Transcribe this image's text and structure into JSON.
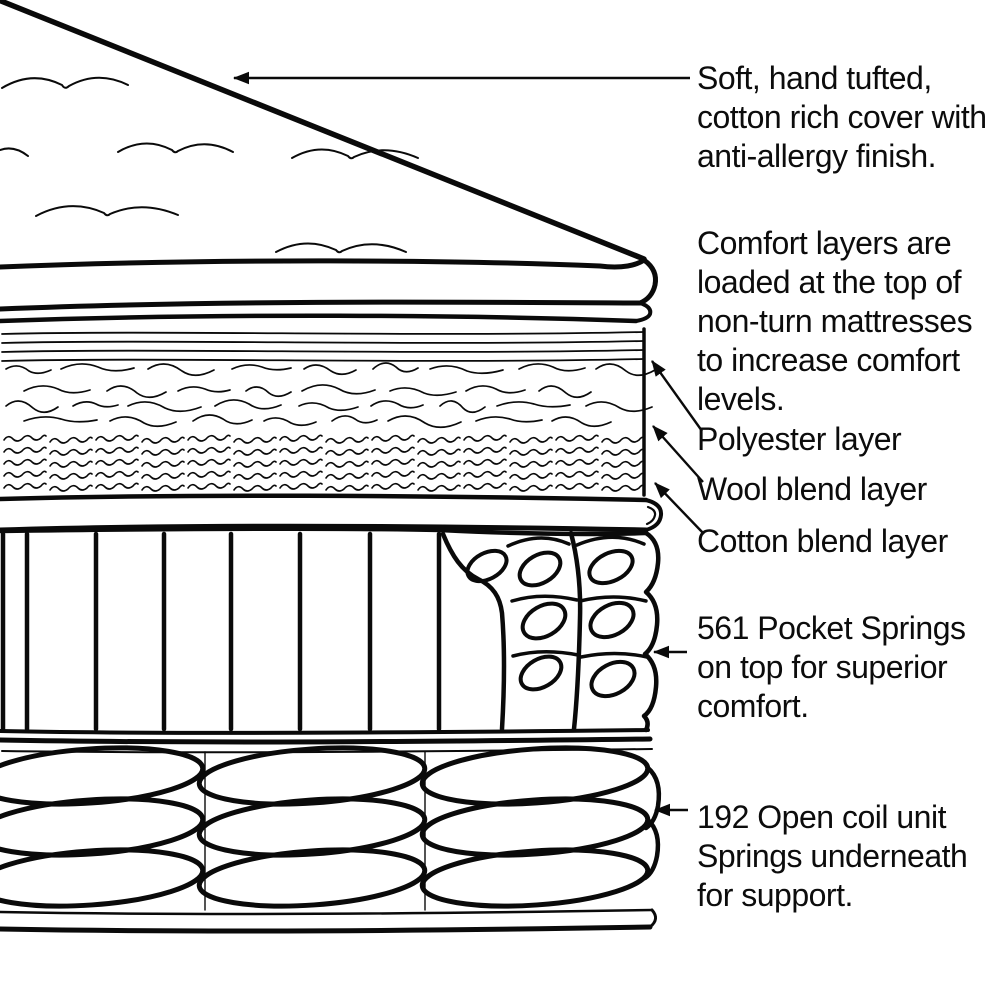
{
  "page": {
    "background": "#ffffff",
    "ink": "#0a0a0a"
  },
  "diagram": {
    "subject": "mattress cross-section",
    "parts": [
      "top cover",
      "comfort layers",
      "polyester layer",
      "wool blend layer",
      "cotton blend layer",
      "pocket springs",
      "open coil unit"
    ]
  },
  "labels": {
    "cover": {
      "lines": [
        "Soft, hand tufted,",
        "cotton rich cover with",
        "anti-allergy finish."
      ]
    },
    "comfort": {
      "lines": [
        "Comfort layers are",
        "loaded at the top of",
        "non-turn mattresses",
        "to increase comfort",
        "levels."
      ]
    },
    "polyester": {
      "lines": [
        "Polyester layer"
      ]
    },
    "wool": {
      "lines": [
        "Wool blend layer"
      ]
    },
    "cotton": {
      "lines": [
        "Cotton blend layer"
      ]
    },
    "pocket": {
      "lines": [
        "561 Pocket Springs",
        "on top for superior",
        "comfort."
      ]
    },
    "coil": {
      "lines": [
        "192 Open coil unit",
        "Springs underneath",
        "for support."
      ]
    }
  }
}
